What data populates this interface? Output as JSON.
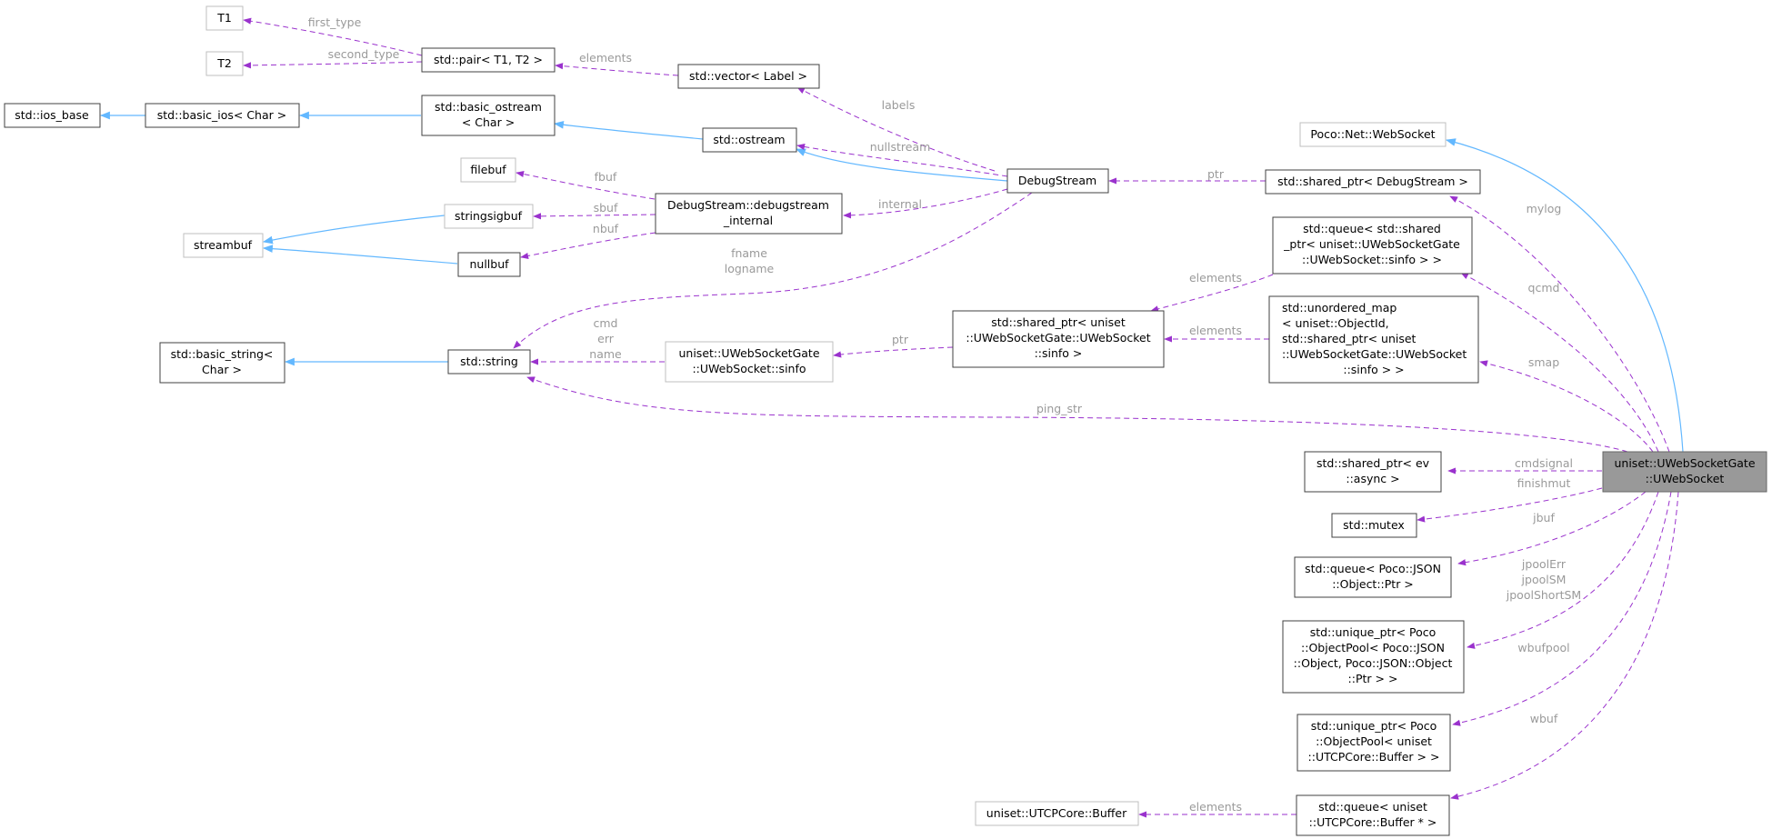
{
  "nodes": {
    "T1": {
      "lines": [
        "T1"
      ]
    },
    "T2": {
      "lines": [
        "T2"
      ]
    },
    "pair": {
      "lines": [
        "std::pair< T1, T2 >"
      ]
    },
    "vector": {
      "lines": [
        "std::vector< Label >"
      ]
    },
    "ios_base": {
      "lines": [
        "std::ios_base"
      ]
    },
    "basic_ios": {
      "lines": [
        "std::basic_ios< Char >"
      ]
    },
    "basic_ostream": {
      "lines": [
        "std::basic_ostream",
        "< Char >"
      ]
    },
    "ostream": {
      "lines": [
        "std::ostream"
      ]
    },
    "filebuf": {
      "lines": [
        "filebuf"
      ]
    },
    "stringsigbuf": {
      "lines": [
        "stringsigbuf"
      ]
    },
    "streambuf": {
      "lines": [
        "streambuf"
      ]
    },
    "nullbuf": {
      "lines": [
        "nullbuf"
      ]
    },
    "debugstream_internal": {
      "lines": [
        "DebugStream::debugstream",
        "_internal"
      ]
    },
    "DebugStream": {
      "lines": [
        "DebugStream"
      ]
    },
    "basic_string": {
      "lines": [
        "std::basic_string<",
        "Char >"
      ]
    },
    "string": {
      "lines": [
        "std::string"
      ]
    },
    "sinfo": {
      "lines": [
        "uniset::UWebSocketGate",
        "::UWebSocket::sinfo"
      ]
    },
    "sp_sinfo": {
      "lines": [
        "std::shared_ptr< uniset",
        "::UWebSocketGate::UWebSocket",
        "::sinfo >"
      ]
    },
    "poco_ws": {
      "lines": [
        "Poco::Net::WebSocket"
      ]
    },
    "sp_debug": {
      "lines": [
        "std::shared_ptr< DebugStream >"
      ]
    },
    "queue_sp_sinfo": {
      "lines": [
        "std::queue< std::shared",
        "_ptr< uniset::UWebSocketGate",
        "::UWebSocket::sinfo > >"
      ]
    },
    "umap": {
      "lines": [
        "std::unordered_map",
        "< uniset::ObjectId,",
        "std::shared_ptr< uniset",
        "::UWebSocketGate::UWebSocket",
        "::sinfo > >"
      ]
    },
    "sp_async": {
      "lines": [
        "std::shared_ptr< ev",
        "::async >"
      ]
    },
    "mutex": {
      "lines": [
        "std::mutex"
      ]
    },
    "queue_json": {
      "lines": [
        "std::queue< Poco::JSON",
        "::Object::Ptr >"
      ]
    },
    "up_pool_json": {
      "lines": [
        "std::unique_ptr< Poco",
        "::ObjectPool< Poco::JSON",
        "::Object, Poco::JSON::Object",
        "::Ptr > >"
      ]
    },
    "up_pool_buf": {
      "lines": [
        "std::unique_ptr< Poco",
        "::ObjectPool< uniset",
        "::UTCPCore::Buffer > >"
      ]
    },
    "utcp_buffer": {
      "lines": [
        "uniset::UTCPCore::Buffer"
      ]
    },
    "queue_buf": {
      "lines": [
        "std::queue< uniset",
        "::UTCPCore::Buffer * >"
      ]
    },
    "UWebSocket": {
      "lines": [
        "uniset::UWebSocketGate",
        "::UWebSocket"
      ]
    }
  },
  "edge_labels": {
    "first_type": "first_type",
    "second_type": "second_type",
    "pair_elements": "elements",
    "labels": "labels",
    "nullstream": "nullstream",
    "fbuf": "fbuf",
    "sbuf": "sbuf",
    "nbuf": "nbuf",
    "internal": "internal",
    "fname": [
      "fname",
      "logname"
    ],
    "cmd": [
      "cmd",
      "err",
      "name"
    ],
    "ptr_sinfo": "ptr",
    "ptr_debug": "ptr",
    "queue_elements": "elements",
    "map_elements": "elements",
    "buffer_elements": "elements",
    "mylog": "mylog",
    "qcmd": "qcmd",
    "smap": "smap",
    "ping_str": "ping_str",
    "cmdsignal": "cmdsignal",
    "finishmut": "finishmut",
    "jbuf": "jbuf",
    "jpool": [
      "jpoolErr",
      "jpoolSM",
      "jpoolShortSM"
    ],
    "wbufpool": "wbufpool",
    "wbuf": "wbuf"
  },
  "colors": {
    "association": "#9a32cd",
    "inheritance": "#63b8ff",
    "focus_fill": "#999999",
    "edge_label": "#9a9a9a"
  }
}
